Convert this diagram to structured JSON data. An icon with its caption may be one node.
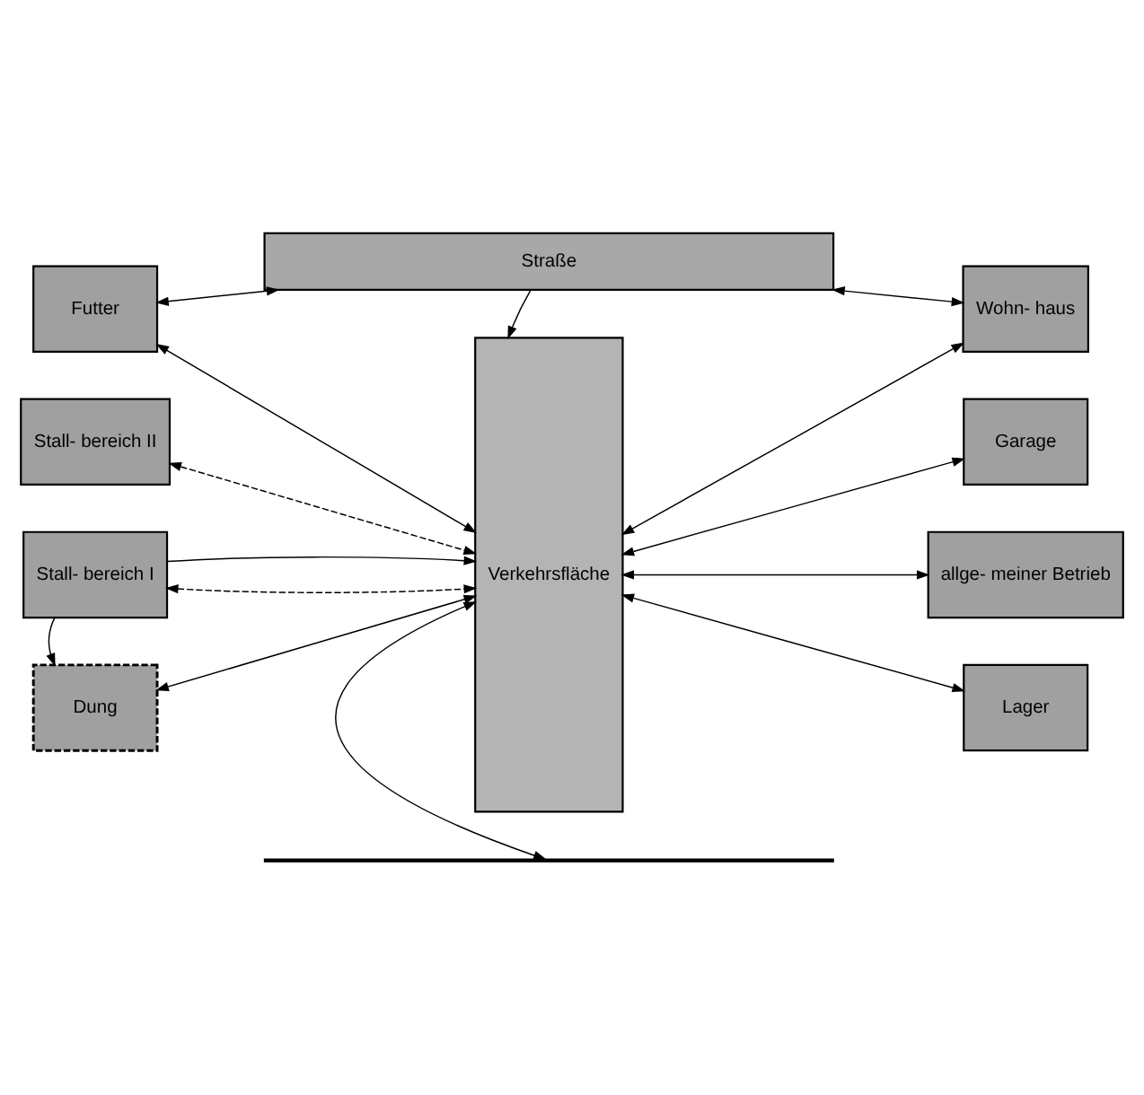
{
  "diagram": {
    "nodes": [
      {
        "text": [
          "Straße"
        ]
      },
      {
        "text": [
          "Futter"
        ]
      },
      {
        "text": [
          "Stall- bereich II"
        ]
      },
      {
        "text": [
          "Stall- bereich I"
        ]
      },
      {
        "text": [
          "Dung"
        ]
      },
      {
        "text": [
          "Verkehrsfläche"
        ]
      },
      {
        "text": [
          "Wohn- haus"
        ]
      },
      {
        "text": [
          "Garage"
        ]
      },
      {
        "text": [
          "allge- meiner Betrieb"
        ]
      },
      {
        "text": [
          "Lager"
        ]
      },
      {
        "text": [],
        "shape": "bar"
      }
    ],
    "edges": [
      {
        "from": 0,
        "to": 1,
        "arrow": "both"
      },
      {
        "from": 0,
        "to": 6,
        "arrow": "both"
      },
      {
        "from": 0,
        "to": 5,
        "arrow": "to"
      },
      {
        "from": 1,
        "to": 5,
        "arrow": "both"
      },
      {
        "from": 2,
        "to": 5,
        "arrow": "both",
        "style": "dashed"
      },
      {
        "from": 3,
        "to": 5,
        "arrow": "both",
        "style": "dashed"
      },
      {
        "from": 3,
        "to": 5,
        "arrow": "to"
      },
      {
        "from": 3,
        "to": 4,
        "arrow": "to"
      },
      {
        "from": 4,
        "to": 5,
        "arrow": "both"
      },
      {
        "from": 5,
        "to": 6,
        "arrow": "both"
      },
      {
        "from": 5,
        "to": 7,
        "arrow": "both"
      },
      {
        "from": 5,
        "to": 8,
        "arrow": "both"
      },
      {
        "from": 5,
        "to": 9,
        "arrow": "both"
      },
      {
        "from": 5,
        "to": 10,
        "arrow": "both"
      }
    ]
  }
}
